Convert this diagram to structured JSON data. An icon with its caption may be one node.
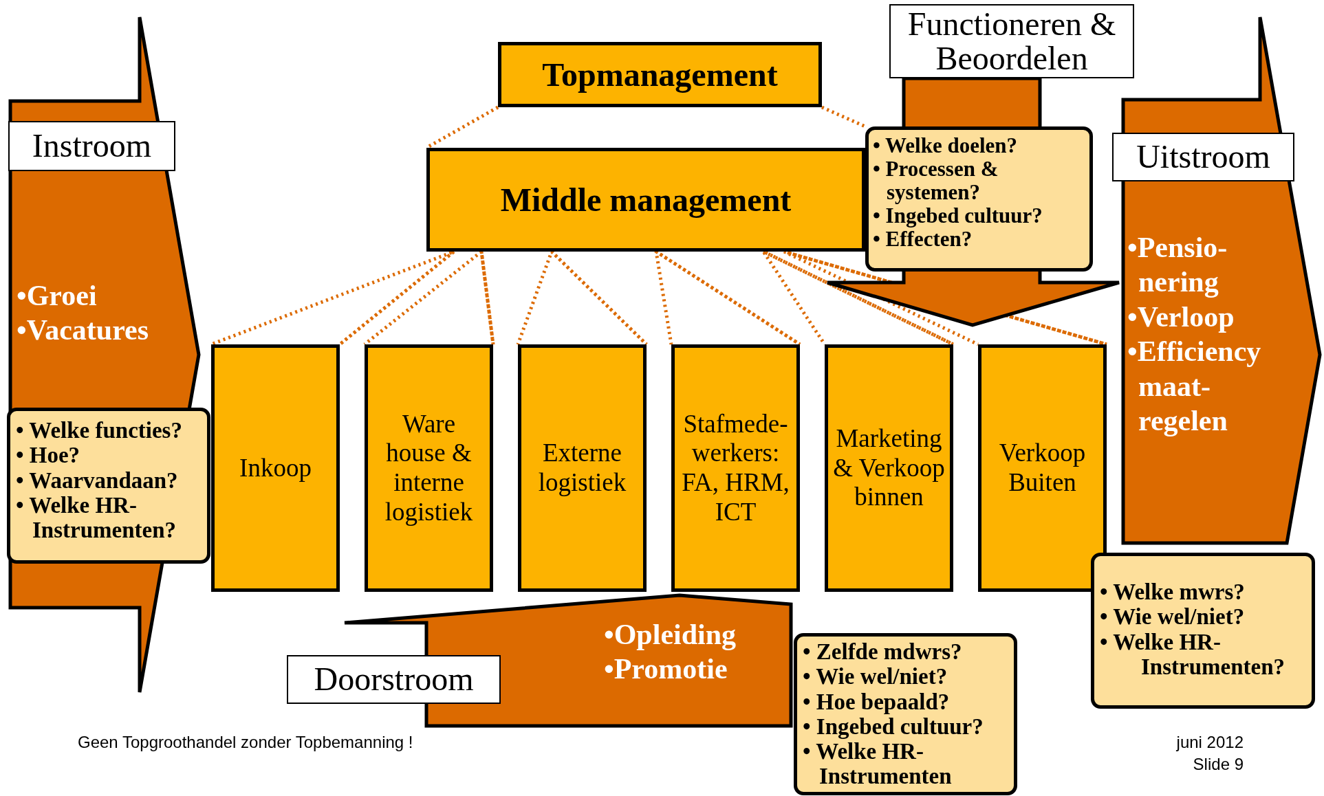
{
  "diagram": {
    "nodes": [
      {
        "text": [
          "Instroom",
          "•Groei",
          "•Vacatures"
        ]
      },
      {
        "text": [
          "• Welke functies?",
          "• Hoe?",
          "• Waarvandaan?",
          "• Welke HR- Instrumenten?"
        ]
      },
      {
        "text": [
          "Topmanagement"
        ]
      },
      {
        "text": [
          "Middle management"
        ]
      },
      {
        "text": [
          "Functioneren & Beoordelen"
        ]
      },
      {
        "text": [
          "• Welke doelen?",
          "• Processen & systemen?",
          "• Ingebed cultuur?",
          "• Effecten?"
        ]
      },
      {
        "text": [
          "Inkoop"
        ]
      },
      {
        "text": [
          "Ware house & interne logistiek"
        ]
      },
      {
        "text": [
          "Externe logistiek"
        ]
      },
      {
        "text": [
          "Stafmede- werkers: FA, HRM, ICT"
        ]
      },
      {
        "text": [
          "Marketing & Verkoop binnen"
        ]
      },
      {
        "text": [
          "Verkoop Buiten"
        ]
      },
      {
        "text": [
          "Uitstroom",
          "•Pensio- nering",
          "•Verloop",
          "•Efficiency maat- regelen"
        ]
      },
      {
        "text": [
          "• Welke mwrs?",
          "• Wie wel/niet?",
          "• Welke HR- Instrumenten?"
        ]
      },
      {
        "text": [
          "Doorstroom",
          "•Opleiding",
          "•Promotie"
        ]
      },
      {
        "text": [
          "• Zelfde mdwrs?",
          "• Wie wel/niet?",
          "• Hoe bepaald?",
          "• Ingebed cultuur?",
          "• Welke HR- Instrumenten"
        ]
      }
    ],
    "edges": [
      {
        "from": 2,
        "to": 3,
        "arrow": "none",
        "style": "dashed"
      },
      {
        "from": 2,
        "to": 5,
        "arrow": "none",
        "style": "dashed"
      },
      {
        "from": 3,
        "to": 6,
        "arrow": "none",
        "style": "dashed"
      },
      {
        "from": 3,
        "to": 7,
        "arrow": "none",
        "style": "dashed"
      },
      {
        "from": 3,
        "to": 8,
        "arrow": "none",
        "style": "dashed"
      },
      {
        "from": 3,
        "to": 9,
        "arrow": "none",
        "style": "dashed"
      },
      {
        "from": 3,
        "to": 10,
        "arrow": "none",
        "style": "dashed"
      },
      {
        "from": 3,
        "to": 11,
        "arrow": "none",
        "style": "dashed"
      },
      {
        "from": 4,
        "to": null,
        "arrow": "to",
        "style": "thick"
      }
    ],
    "labels": [
      "Geen Topgroothandel zonder Topbemanning !",
      "juni 2012",
      "Slide 9"
    ]
  }
}
